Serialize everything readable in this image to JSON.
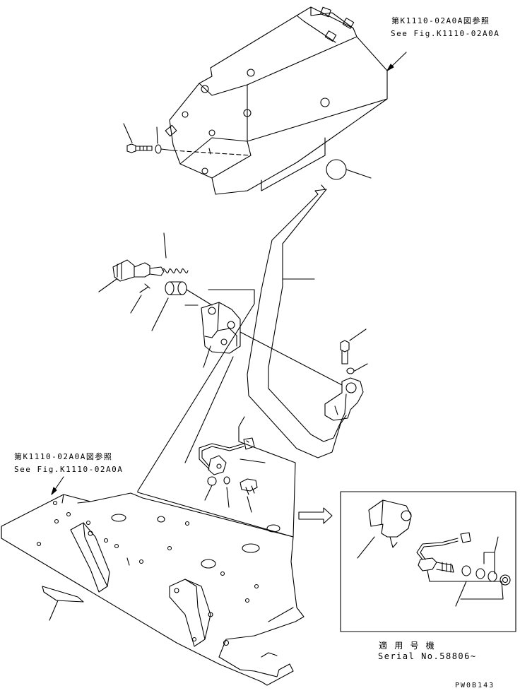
{
  "references": {
    "top_jp": "第K1110-02A0A図参照",
    "top_en": "See Fig.K1110-02A0A",
    "left_jp": "第K1110-02A0A図参照",
    "left_en": "See Fig.K1110-02A0A"
  },
  "serial": {
    "label_jp": "適 用 号 機",
    "label_en": "Serial No.58806~"
  },
  "drawing_code": "PW0B143",
  "colors": {
    "line": "#000000",
    "background": "#ffffff"
  }
}
